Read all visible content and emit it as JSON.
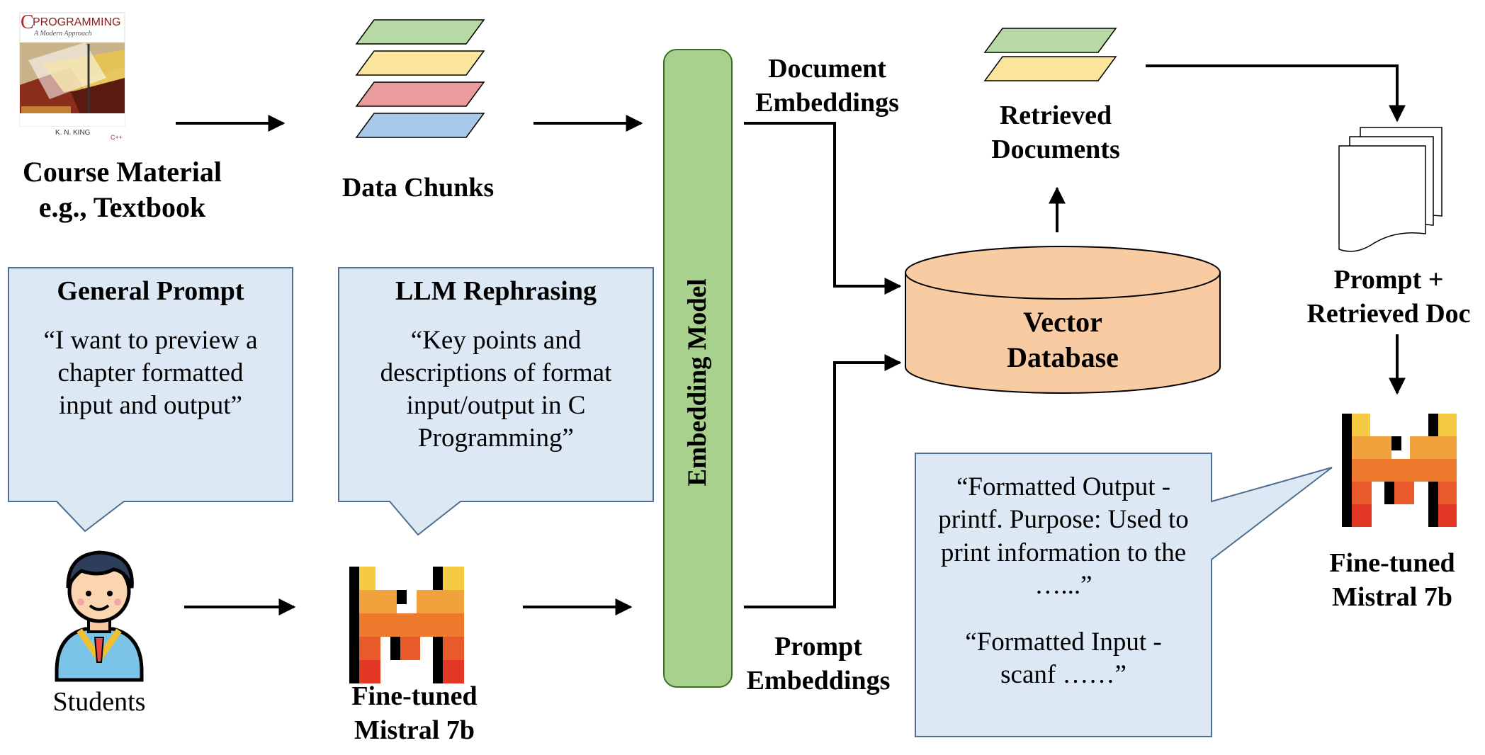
{
  "textbook": {
    "cover_title": "PROGRAMMING",
    "cover_letter": "C",
    "cover_subtitle": "A Modern Approach",
    "cover_author": "K. N. KING",
    "cover_edition": "C++",
    "label_line1": "Course Material",
    "label_line2": "e.g., Textbook"
  },
  "data_chunks": {
    "label": "Data Chunks",
    "colors": [
      "#b7d9a4",
      "#fbe59c",
      "#ea9c9c",
      "#a8c8ea"
    ]
  },
  "embedding_model": {
    "label": "Embedding Model",
    "color": "#a9d18e"
  },
  "document_embeddings": {
    "line1": "Document",
    "line2": "Embeddings"
  },
  "prompt_embeddings": {
    "line1": "Prompt",
    "line2": "Embeddings"
  },
  "retrieved_documents": {
    "line1": "Retrieved",
    "line2": "Documents"
  },
  "vector_db": {
    "line1": "Vector",
    "line2": "Database",
    "color": "#f8cba3"
  },
  "prompt_retrieved_doc": {
    "line1": "Prompt +",
    "line2": "Retrieved Doc"
  },
  "general_prompt": {
    "title": "General Prompt",
    "body": [
      "“I want to preview a",
      "chapter formatted",
      "input and output”"
    ]
  },
  "llm_rephrasing": {
    "title": "LLM Rephrasing",
    "body": [
      "“Key points and",
      "descriptions of format",
      "input/output in C",
      "Programming”"
    ]
  },
  "response": {
    "body1": [
      "“Formatted Output -",
      "printf. Purpose: Used to",
      "print information to the",
      "…...”"
    ],
    "body2": [
      "“Formatted Input -",
      "scanf ……”"
    ]
  },
  "students": {
    "label": "Students"
  },
  "mistral_bottom": {
    "line1": "Fine-tuned",
    "line2": "Mistral 7b"
  },
  "mistral_right": {
    "line1": "Fine-tuned",
    "line2": "Mistral 7b"
  },
  "colors": {
    "callout_fill": "#dce9f5",
    "callout_stroke": "#4f6e8f"
  }
}
